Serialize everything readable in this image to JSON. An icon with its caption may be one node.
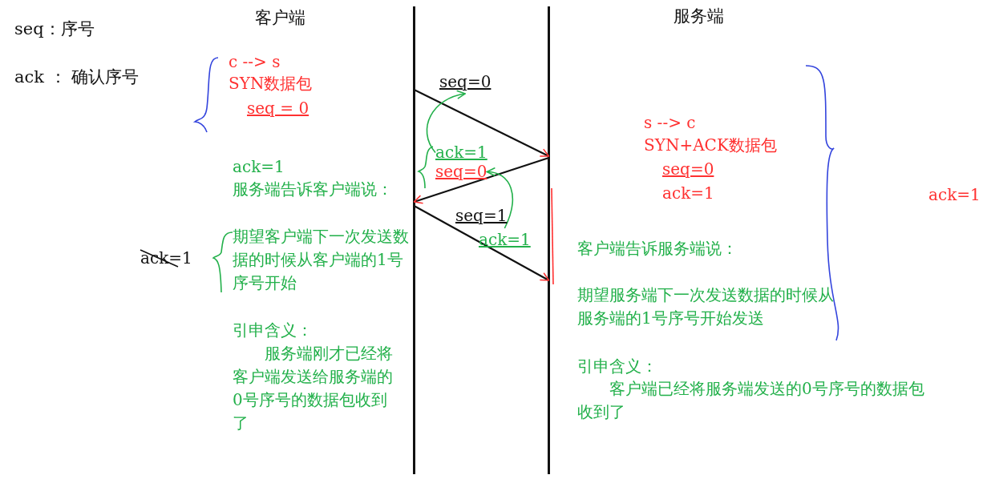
{
  "diagram": {
    "nodes": [
      {
        "text": [],
        "shape": "bar"
      },
      {
        "text": [],
        "shape": "bar"
      },
      {
        "text": [
          "seq=0"
        ]
      },
      {
        "text": [
          "ack=1"
        ]
      },
      {
        "text": [
          "seq=0"
        ]
      },
      {
        "text": [
          "ack=1"
        ]
      }
    ],
    "edges": [
      {
        "from": 0,
        "to": 1,
        "arrow": "to"
      },
      {
        "from": 1,
        "to": 0,
        "arrow": "to"
      },
      {
        "from": 0,
        "to": 1,
        "arrow": "to",
        "label": "seq=1"
      },
      {
        "from": 3,
        "to": 2,
        "arrow": "to",
        "color": "#22b04a"
      },
      {
        "from": 5,
        "to": 4,
        "arrow": "to",
        "color": "#22b04a"
      }
    ],
    "labels": [
      "客户端",
      "服务端",
      "seq：序号",
      "ack ： 确认序号",
      "c --> s",
      "SYN数据包",
      "seq = 0",
      "ack=1",
      "服务端告诉客户端说：",
      "ack=1",
      "期望客户端下一次发送数据的时候从客户端的1号序号开始",
      "引申含义：",
      "服务端刚才已经将客户端发送给服务端的0号序号的数据包收到了",
      "s --> c",
      "SYN+ACK数据包",
      "seq=0",
      "ack=1",
      "ack=1",
      "客户端告诉服务端说：",
      "期望服务端下一次发送数据的时候从服务端的1号序号开始发送",
      "引申含义：",
      "客户端已经将服务端发送的0号序号的数据包收到了"
    ]
  }
}
